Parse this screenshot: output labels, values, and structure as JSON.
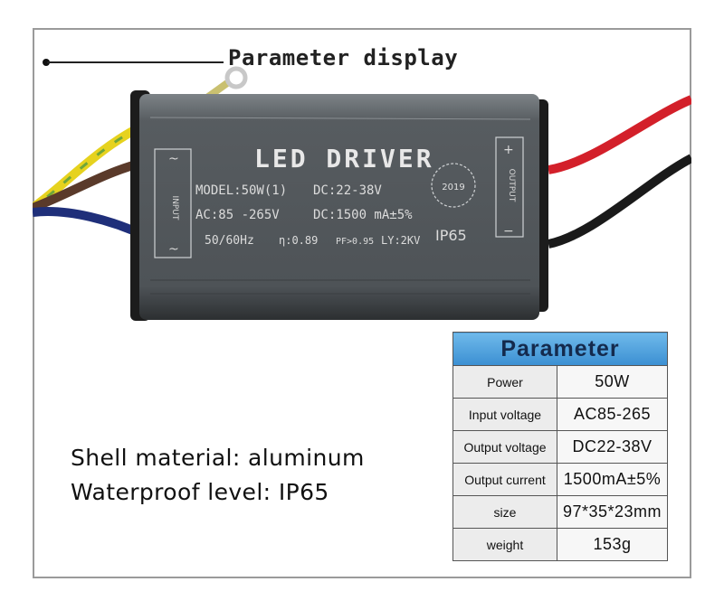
{
  "callout": {
    "label": "Parameter display"
  },
  "device": {
    "title": "LED DRIVER",
    "model": "MODEL:50W(1)",
    "dc_voltage": "DC:22-38V",
    "ac_range": "AC:85 -265V",
    "dc_current": "DC:1500 mA±5%",
    "frequency": "50/60Hz",
    "efficiency": "η:0.89",
    "pf": "PF>0.95",
    "ly": "LY:2KV",
    "ip": "IP65",
    "year": "2019",
    "input_label": "INPUT",
    "output_label": "OUTPUT",
    "plus": "+",
    "minus": "−",
    "ac_symbol": "~"
  },
  "specs": {
    "shell": "Shell material:  aluminum",
    "waterproof": "Waterproof level:  IP65"
  },
  "table": {
    "header": "Parameter",
    "rows": [
      {
        "label": "Power",
        "value": "50W"
      },
      {
        "label": "Input voltage",
        "value": "AC85-265"
      },
      {
        "label": "Output voltage",
        "value": "DC22-38V"
      },
      {
        "label": "Output current",
        "value": "1500mA±5%"
      },
      {
        "label": "size",
        "value": "97*35*23mm"
      },
      {
        "label": "weight",
        "value": "153g"
      }
    ]
  },
  "colors": {
    "header_top": "#6fb9ea",
    "header_bottom": "#3b8fd2",
    "case": "#5a5f62",
    "wire_red": "#d3202a",
    "wire_yellow": "#e6d21e",
    "wire_brown": "#5a3a2a",
    "wire_blue": "#1f2f7a"
  }
}
